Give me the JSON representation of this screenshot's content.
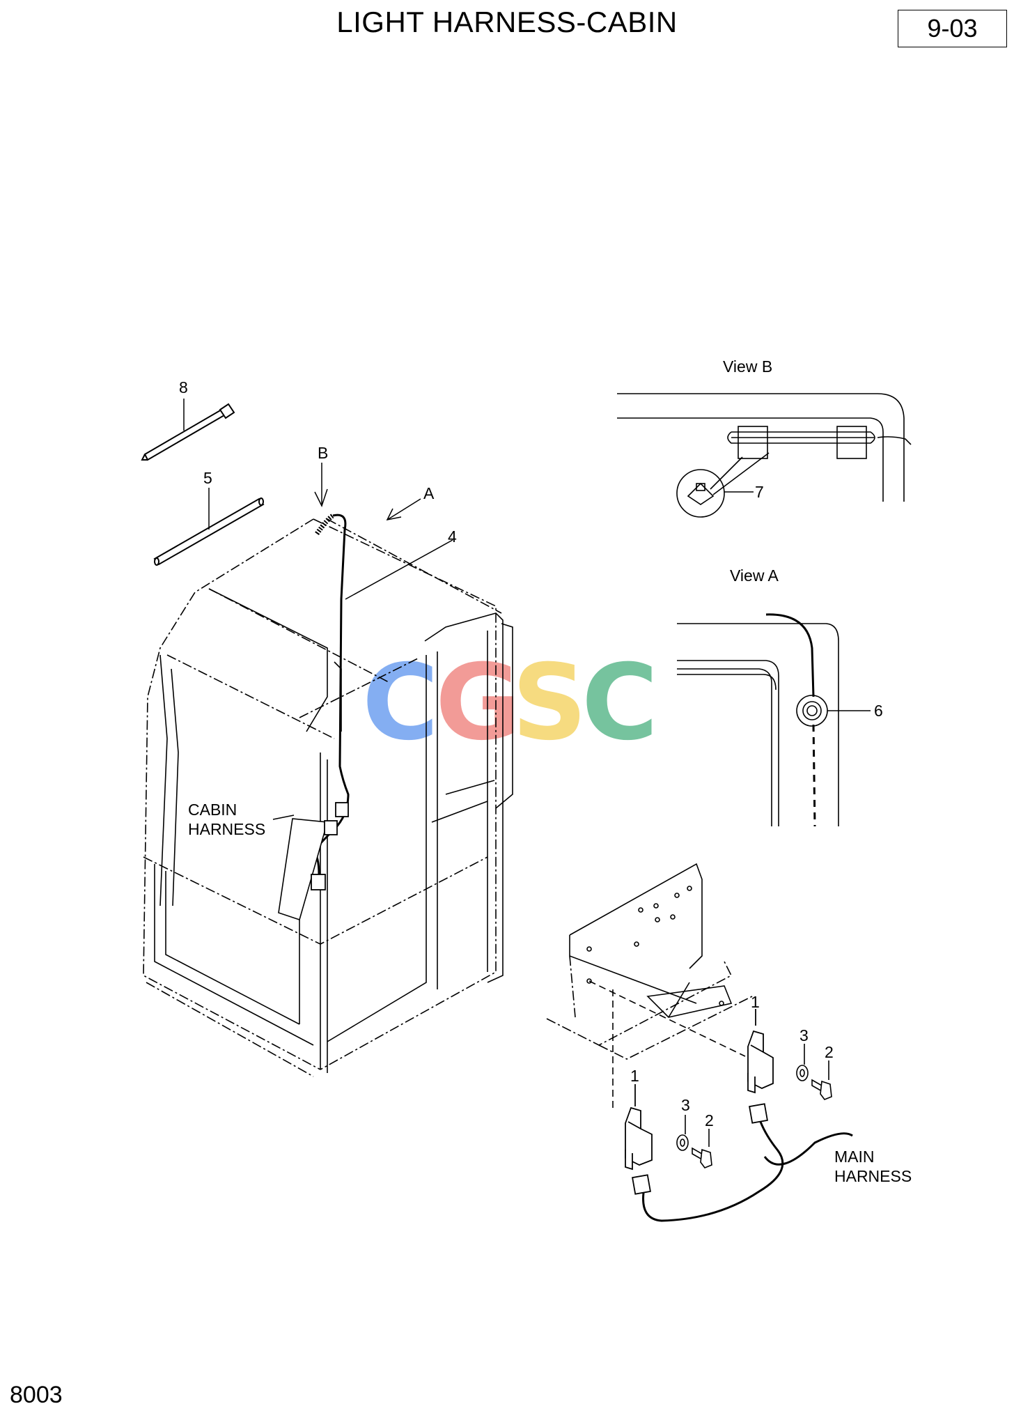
{
  "title": "LIGHT HARNESS-CABIN",
  "page_number": "9-03",
  "page_code": "8003",
  "view_labels": {
    "view_b": "View B",
    "view_a": "View A",
    "arrow_a": "A",
    "arrow_b": "B"
  },
  "part_callouts": {
    "p1a": "1",
    "p1b": "1",
    "p2a": "2",
    "p2b": "2",
    "p3a": "3",
    "p3b": "3",
    "p4": "4",
    "p5": "5",
    "p6": "6",
    "p7": "7",
    "p8": "8"
  },
  "harness_labels": {
    "cabin_line1": "CABIN",
    "cabin_line2": "HARNESS",
    "main_line1": "MAIN",
    "main_line2": "HARNESS"
  },
  "watermark": {
    "letters": [
      "C",
      "G",
      "S",
      "C"
    ],
    "colors": [
      "#6fa0f0",
      "#f08a86",
      "#f5d56a",
      "#5fb98e"
    ]
  }
}
